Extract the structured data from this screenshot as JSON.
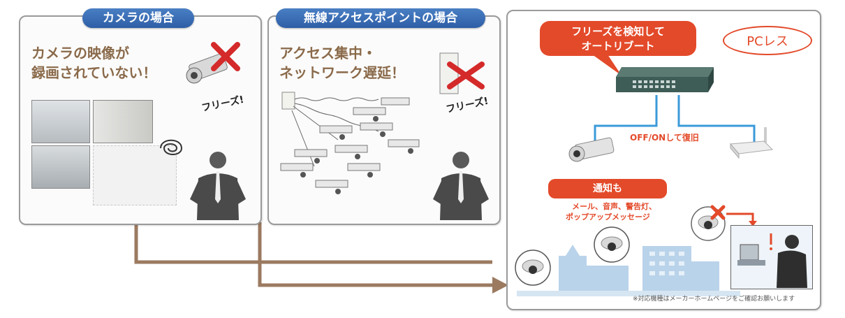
{
  "panel_camera": {
    "tab": "カメラの場合",
    "headline_line1": "カメラの映像が",
    "headline_line2": "録画されていない！",
    "freeze": "フリーズ!"
  },
  "panel_ap": {
    "tab": "無線アクセスポイントの場合",
    "headline_line1": "アクセス集中・",
    "headline_line2": "ネットワーク遅延！",
    "freeze": "フリーズ!"
  },
  "panel_solution": {
    "bubble_line1": "フリーズを検知して",
    "bubble_line2": "オートリブート",
    "pcless": "PCレス",
    "recovery": "OFF/ONして復旧",
    "notify_title": "通知も",
    "notify_line1": "メール、音声、警告灯、",
    "notify_line2": "ポップアップメッセージ",
    "footnote": "※対応機種はメーカーホームページをご確認お願いします"
  },
  "colors": {
    "tab_blue": "#3a6db5",
    "headline_brown": "#8a6a4a",
    "accent_red": "#e34a2a",
    "arrow_brown": "#9b7a60",
    "cable_blue": "#3b9ad9",
    "switch_green": "#3f5d57"
  }
}
